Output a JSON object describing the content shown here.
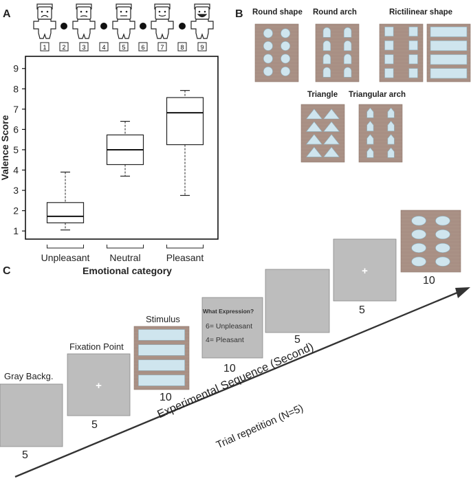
{
  "panel_a": {
    "letter": "A",
    "sam_scale": [
      "1",
      "2",
      "3",
      "4",
      "5",
      "6",
      "7",
      "8",
      "9"
    ]
  },
  "panel_b": {
    "letter": "B",
    "shapes": [
      {
        "label": "Round shape",
        "icon": "round-shape-facade"
      },
      {
        "label": "Round arch",
        "icon": "round-arch-facade"
      },
      {
        "label": "Rictilinear shape",
        "icon": "rectilinear-facade"
      },
      {
        "label": "Triangle",
        "icon": "triangle-facade"
      },
      {
        "label": "Triangular arch",
        "icon": "triangular-arch-facade"
      }
    ]
  },
  "panel_c": {
    "letter": "C",
    "steps": [
      {
        "label": "Gray Backg.",
        "duration": "5"
      },
      {
        "label": "Fixation Point",
        "duration": "5",
        "symbol": "+"
      },
      {
        "label": "Stimulus",
        "duration": "10"
      },
      {
        "question": "What Expression?",
        "options": [
          "6= Unpleasant",
          "4= Pleasant"
        ],
        "duration": "10"
      },
      {
        "duration": "5"
      },
      {
        "duration": "5",
        "symbol": "+"
      },
      {
        "duration": "10"
      }
    ],
    "axis_label": "Experimental Sequence (Second)",
    "repetition_label": "Trial repetition (N=5)"
  },
  "chart_data": {
    "type": "boxplot",
    "xlabel": "Emotional category",
    "ylabel": "Valence Score",
    "ylim": [
      0.6,
      9.6
    ],
    "yticks": [
      1,
      2,
      3,
      4,
      5,
      6,
      7,
      8,
      9
    ],
    "grid": false,
    "categories": [
      "Unpleasant",
      "Neutral",
      "Pleasant"
    ],
    "boxes": [
      {
        "min": 1.05,
        "q1": 1.4,
        "median": 1.72,
        "q3": 2.4,
        "max": 3.9
      },
      {
        "min": 3.7,
        "q1": 4.27,
        "median": 5.0,
        "q3": 5.73,
        "max": 6.4
      },
      {
        "min": 2.75,
        "q1": 5.25,
        "median": 6.82,
        "q3": 7.57,
        "max": 7.92
      }
    ]
  },
  "colors": {
    "gray_screen": "#bdbdbd",
    "facade": "#a88f84",
    "window": "#cfe5ee",
    "arrow": "#333333"
  }
}
